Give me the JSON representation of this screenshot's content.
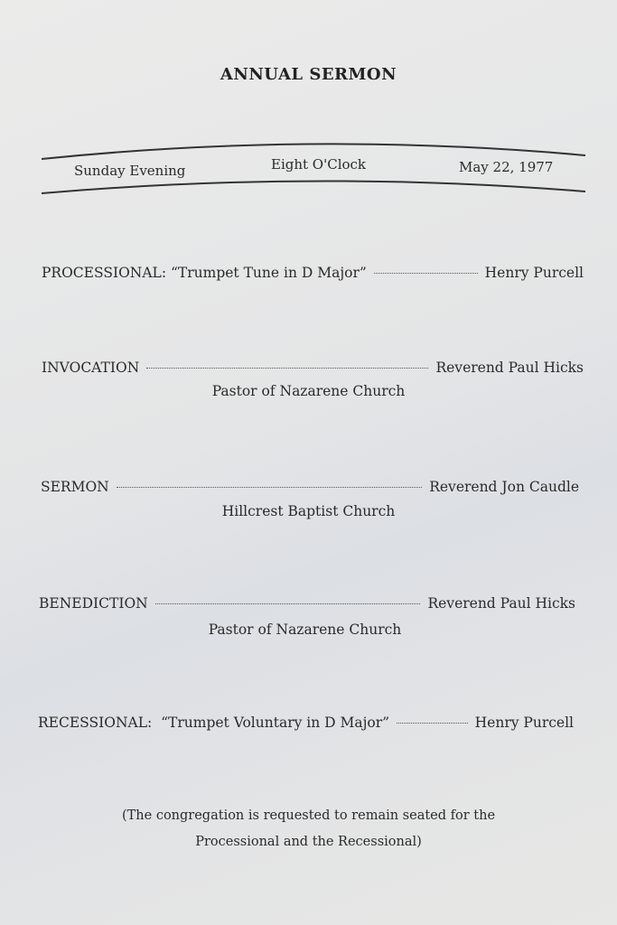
{
  "title": "ANNUAL SERMON",
  "header": {
    "day": "Sunday Evening",
    "time": "Eight O'Clock",
    "date": "May 22, 1977"
  },
  "program": [
    {
      "label": "PROCESSIONAL:",
      "detail": "“Trumpet Tune in D Major”",
      "person": "Henry Purcell"
    },
    {
      "label": "INVOCATION",
      "person": "Reverend Paul Hicks",
      "affiliation": "Pastor of Nazarene Church"
    },
    {
      "label": "SERMON",
      "person": "Reverend Jon Caudle",
      "affiliation": "Hillcrest Baptist Church"
    },
    {
      "label": "BENEDICTION",
      "person": "Reverend Paul Hicks",
      "affiliation": "Pastor of Nazarene Church"
    },
    {
      "label": "RECESSIONAL:",
      "detail": "“Trumpet Voluntary in D Major”",
      "person": "Henry Purcell"
    }
  ],
  "note": {
    "line1": "(The congregation is requested to remain seated for the",
    "line2": "Processional and the Recessional)"
  }
}
